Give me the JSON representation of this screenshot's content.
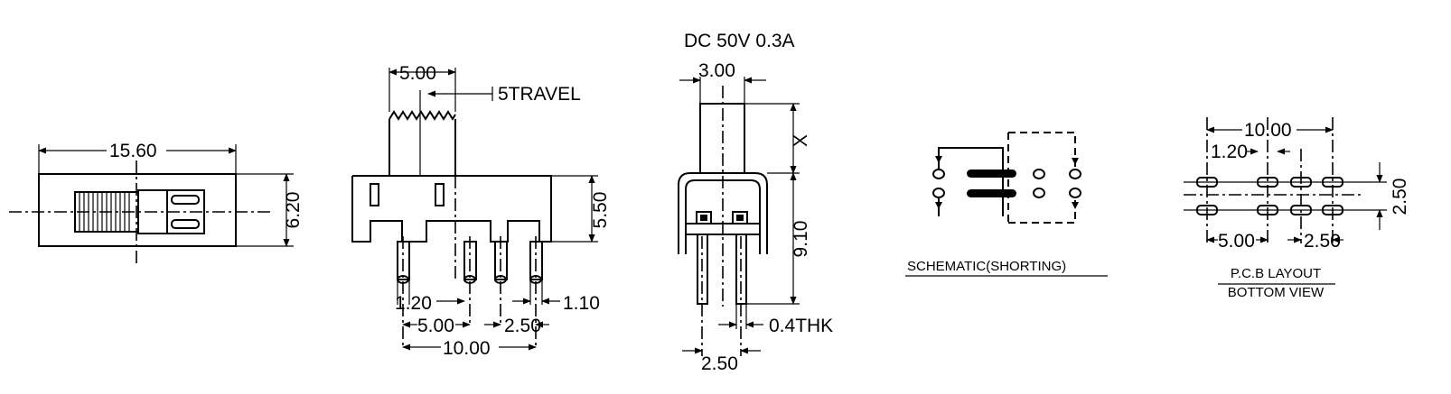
{
  "header": {
    "rating": "DC  50V  0.3A"
  },
  "top_view": {
    "width": "15.60",
    "height": "6.20"
  },
  "front_view": {
    "actuator_width": "5.00",
    "travel": "5TRAVEL",
    "body_height": "5.50",
    "pin_width": "1.20",
    "pin_width_right": "1.10",
    "pitch_a": "5.00",
    "pitch_b": "2.50",
    "total_span": "10.00"
  },
  "side_view": {
    "actuator_width": "3.00",
    "actuator_height": "X",
    "body_height": "9.10",
    "thickness": "0.4THK",
    "pin_pitch": "2.50"
  },
  "schematic": {
    "caption": "SCHEMATIC(SHORTING)"
  },
  "pcb_layout": {
    "total_span": "10.00",
    "pad_width": "1.20",
    "pitch_a": "5.00",
    "pitch_b": "2.50",
    "row_pitch": "2.50",
    "caption_line1": "P.C.B LAYOUT",
    "caption_line2": "BOTTOM VIEW"
  }
}
